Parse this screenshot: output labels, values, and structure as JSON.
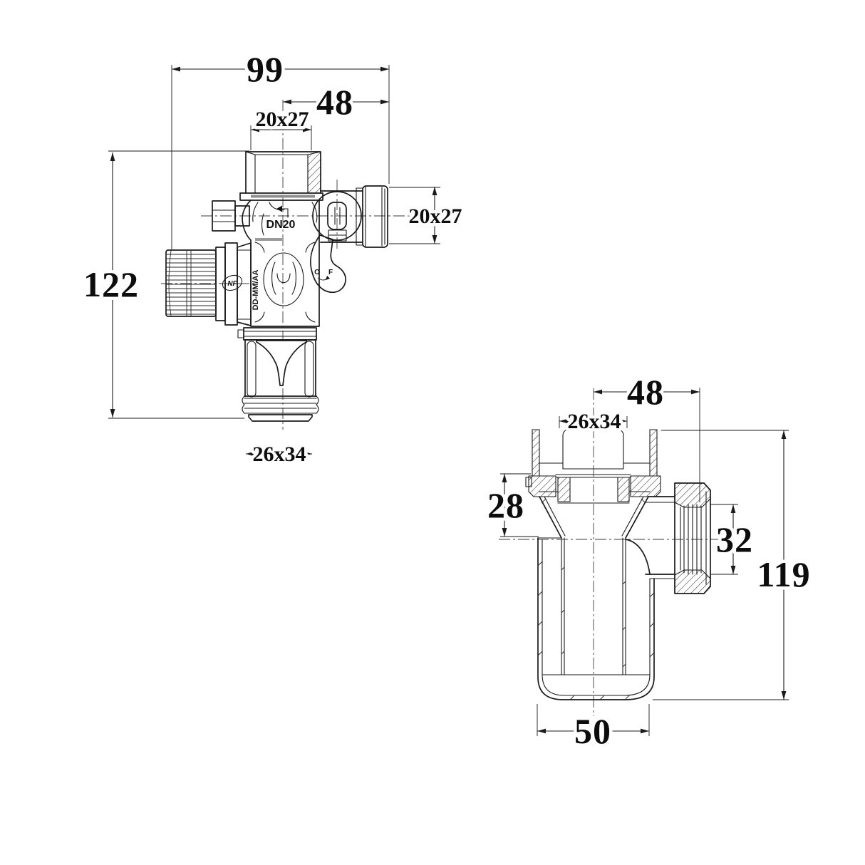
{
  "drawing_type": "technical-dimension-drawing",
  "valve": {
    "dims": {
      "overall_width": "99",
      "outlet_offset": "48",
      "inlet_thread": "20x27",
      "outlet_thread": "20x27",
      "overall_height": "122",
      "drain_thread": "26x34"
    },
    "markings": {
      "dn": "DN20",
      "nf": "NF",
      "date_code": "DD-MM/AA",
      "open": "O",
      "closed": "F"
    }
  },
  "siphon": {
    "dims": {
      "outlet_offset": "48",
      "inlet_thread": "26x34",
      "cup_depth": "28",
      "outlet_nut": "32",
      "overall_height": "119",
      "body_width": "50"
    }
  },
  "colors": {
    "line": "#1a1a1a",
    "accent_gray": "#8f8f8f",
    "background": "#ffffff"
  }
}
